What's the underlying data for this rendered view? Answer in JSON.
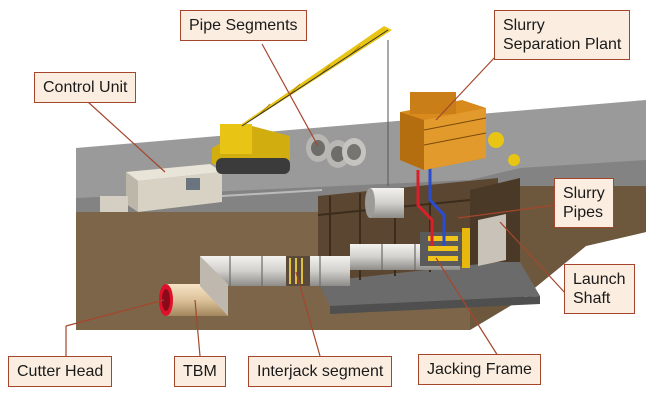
{
  "labels": {
    "pipe_segments": "Pipe Segments",
    "control_unit": "Control Unit",
    "slurry_separation_plant": [
      "Slurry",
      "Separation Plant"
    ],
    "slurry_pipes": [
      "Slurry",
      "Pipes"
    ],
    "launch_shaft": [
      "Launch",
      "Shaft"
    ],
    "cutter_head": "Cutter Head",
    "tbm": "TBM",
    "interjack_segment": "Interjack segment",
    "jacking_frame": "Jacking Frame"
  },
  "colors": {
    "callout_fill": "#fbeee0",
    "callout_border": "#a5462c",
    "leader_line": "#a5462c",
    "ground_surface": "#8f8f8f",
    "soil": "#7a6347",
    "crane": "#e8c414",
    "slurry_plant": "#d98a1c",
    "cutter_head": "#e0102a"
  }
}
